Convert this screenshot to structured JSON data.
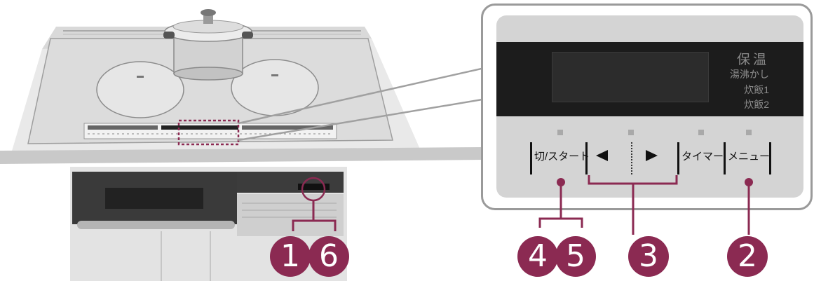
{
  "panel": {
    "modes": [
      "保温",
      "湯沸かし",
      "炊飯1",
      "炊飯2"
    ],
    "buttons": {
      "off_start": "切/スタート",
      "left_arrow": "◀",
      "right_arrow": "▶",
      "timer": "タイマー",
      "menu": "メニュー"
    }
  },
  "badges": {
    "b1": "1",
    "b6": "6",
    "b4": "4",
    "b5": "5",
    "b3": "3",
    "b2": "2"
  },
  "colors": {
    "accent": "#8b2a52",
    "panel_face": "#d4d4d4",
    "display": "#1c1c1c"
  }
}
